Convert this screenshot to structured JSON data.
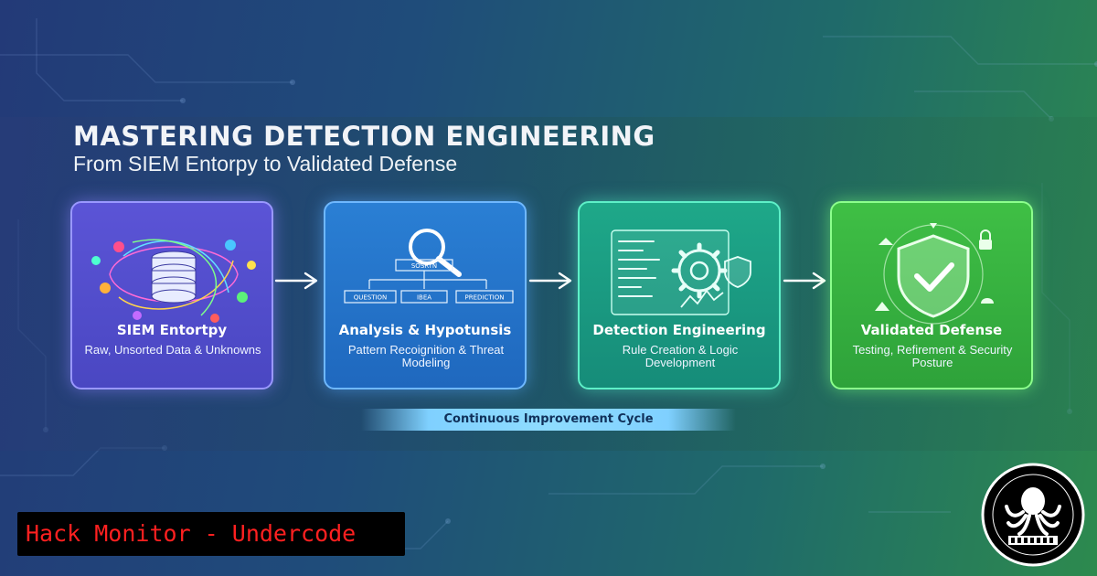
{
  "header": {
    "title": "MASTERING DETECTION ENGINEERING",
    "subtitle": "From SIEM Entorpy to Validated Defense"
  },
  "stages": [
    {
      "title": "SIEM Entortpy",
      "description": "Raw, Unsorted Data & Unknowns",
      "icon": "database-chaos-icon",
      "color": "#5b54d6"
    },
    {
      "title": "Analysis & Hypotunsis",
      "description": "Pattern Recoignition & Threat Modeling",
      "icon": "magnifier-tree-icon",
      "color": "#2a7fd4",
      "icon_labels": {
        "root": "SOSRTN",
        "left": "QUESTION",
        "mid": "IBEA",
        "right": "PREDICTION"
      }
    },
    {
      "title": "Detection Engineering",
      "description": "Rule Creation & Logic Development",
      "icon": "code-gear-icon",
      "color": "#1ea889"
    },
    {
      "title": "Validated Defense",
      "description": "Testing, Refirement & Security Posture",
      "icon": "shield-check-icon",
      "color": "#3fbf45"
    }
  ],
  "footer": {
    "cycle_label": "Continuous Improvement Cycle",
    "brand": "Hack Monitor - Undercode",
    "brand_color": "#ff2020"
  }
}
